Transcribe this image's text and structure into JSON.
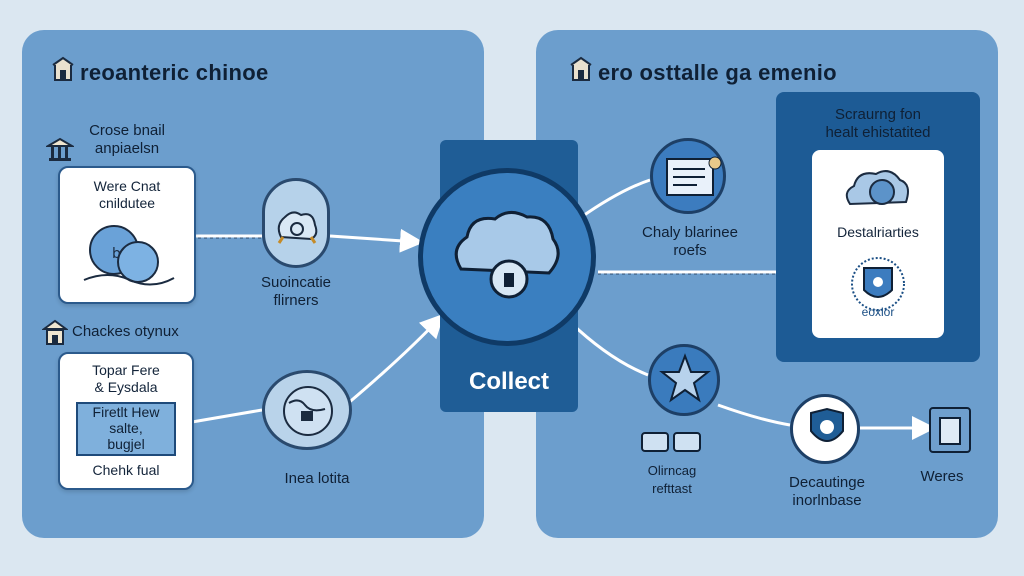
{
  "left_panel": {
    "title": "reoanteric chinoe",
    "group1_label_line1": "Crose bnail",
    "group1_label_line2": "anpiaelsn",
    "card1_line1": "Were Cnat",
    "card1_line2": "cnildutee",
    "node1_label_line1": "Suoincatie",
    "node1_label_line2": "flirners",
    "group2_label": "Chackes otynux",
    "card2_line1": "Topar Fere",
    "card2_line2": "& Eysdala",
    "card2_box_line1": "Firetlt Hew",
    "card2_box_line2": "salte,",
    "card2_box_line3": "bugjel",
    "card2_footer": "Chehk fual",
    "node2_label": "Inea lotita"
  },
  "center": {
    "label": "Collect"
  },
  "right_panel": {
    "title": "ero osttalle ga emenio",
    "node1_label_line1": "Chaly blarinee",
    "node1_label_line2": "roefs",
    "dest_title_line1": "Scraurng fon",
    "dest_title_line2": "healt ehistatited",
    "dest_card_label": "Destalriarties",
    "dest_badge_text": "eoxlor",
    "node2_label_line1": "Olirncag",
    "node2_label_line2": "refttast",
    "node3_label_line1": "Decautinge",
    "node3_label_line2": "inorlnbase",
    "node4_label": "Weres"
  },
  "colors": {
    "background": "#dbe7f1",
    "panel": "#6c9ecd",
    "dark_blue": "#1f5d96",
    "hub": "#3a7fc0",
    "outline": "#0f3a66"
  },
  "icons": [
    "building-icon",
    "bank-icon",
    "cloud-user-icon",
    "brain-icon",
    "globe-icon",
    "cloud-lock-icon",
    "document-icon",
    "star-icon",
    "shield-icon",
    "folder-icon",
    "server-icon",
    "badge-icon"
  ]
}
